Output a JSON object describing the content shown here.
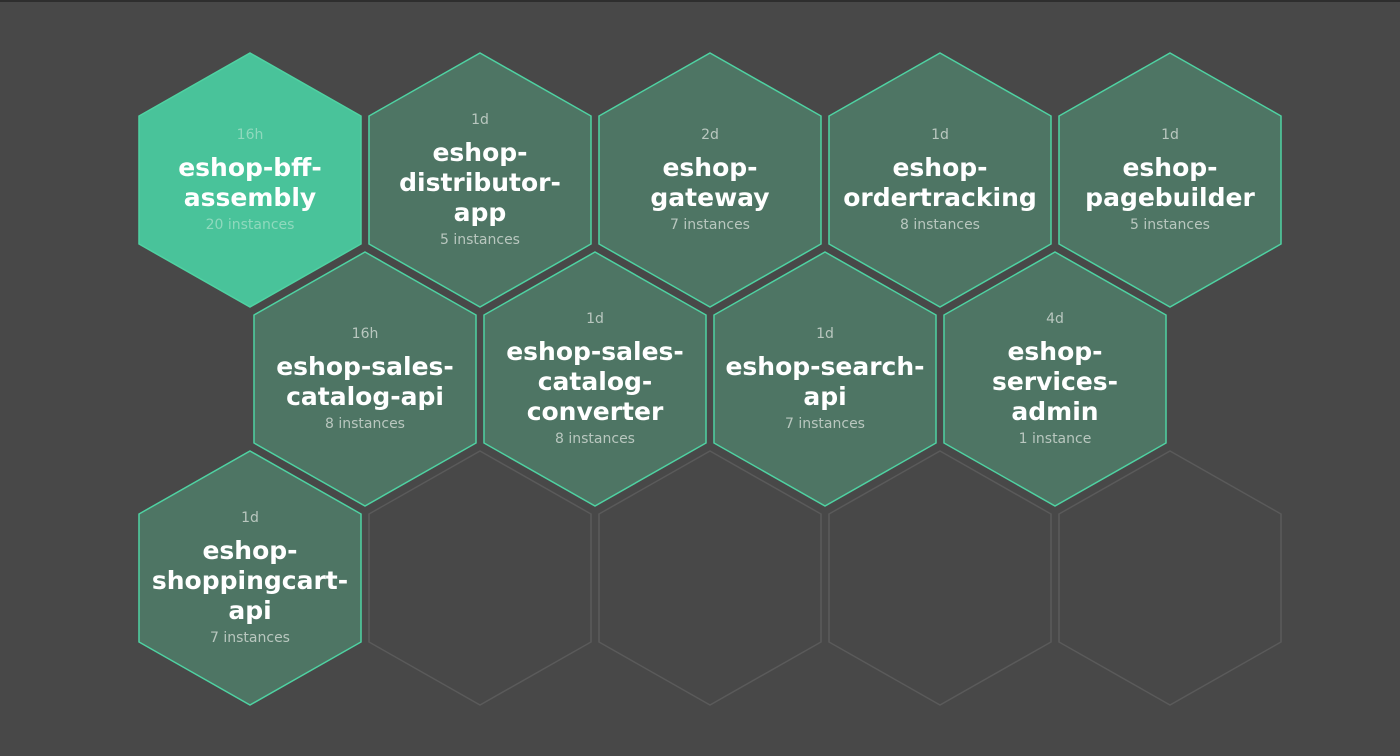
{
  "colors": {
    "background": "#484848",
    "tile_fill": "#4e7564",
    "tile_stroke": "#4fd2a2",
    "selected_fill": "#49c39a",
    "empty_stroke": "#5a5a5a"
  },
  "services": [
    {
      "age": "16h",
      "name_lines": [
        "eshop-bff-",
        "assembly"
      ],
      "instances": "20 instances",
      "selected": true
    },
    {
      "age": "1d",
      "name_lines": [
        "eshop-",
        "distributor-app"
      ],
      "instances": "5 instances"
    },
    {
      "age": "2d",
      "name_lines": [
        "eshop-",
        "gateway"
      ],
      "instances": "7 instances"
    },
    {
      "age": "1d",
      "name_lines": [
        "eshop-",
        "ordertracking"
      ],
      "instances": "8 instances"
    },
    {
      "age": "1d",
      "name_lines": [
        "eshop-",
        "pagebuilder"
      ],
      "instances": "5 instances"
    },
    {
      "age": "16h",
      "name_lines": [
        "eshop-sales-",
        "catalog-api"
      ],
      "instances": "8 instances"
    },
    {
      "age": "1d",
      "name_lines": [
        "eshop-sales-",
        "catalog-",
        "converter"
      ],
      "instances": "8 instances"
    },
    {
      "age": "1d",
      "name_lines": [
        "eshop-search-",
        "api"
      ],
      "instances": "7 instances"
    },
    {
      "age": "4d",
      "name_lines": [
        "eshop-services-",
        "admin"
      ],
      "instances": "1 instance"
    },
    {
      "age": "1d",
      "name_lines": [
        "eshop-",
        "shoppingcart-",
        "api"
      ],
      "instances": "7 instances"
    }
  ],
  "empty_slots": 4
}
